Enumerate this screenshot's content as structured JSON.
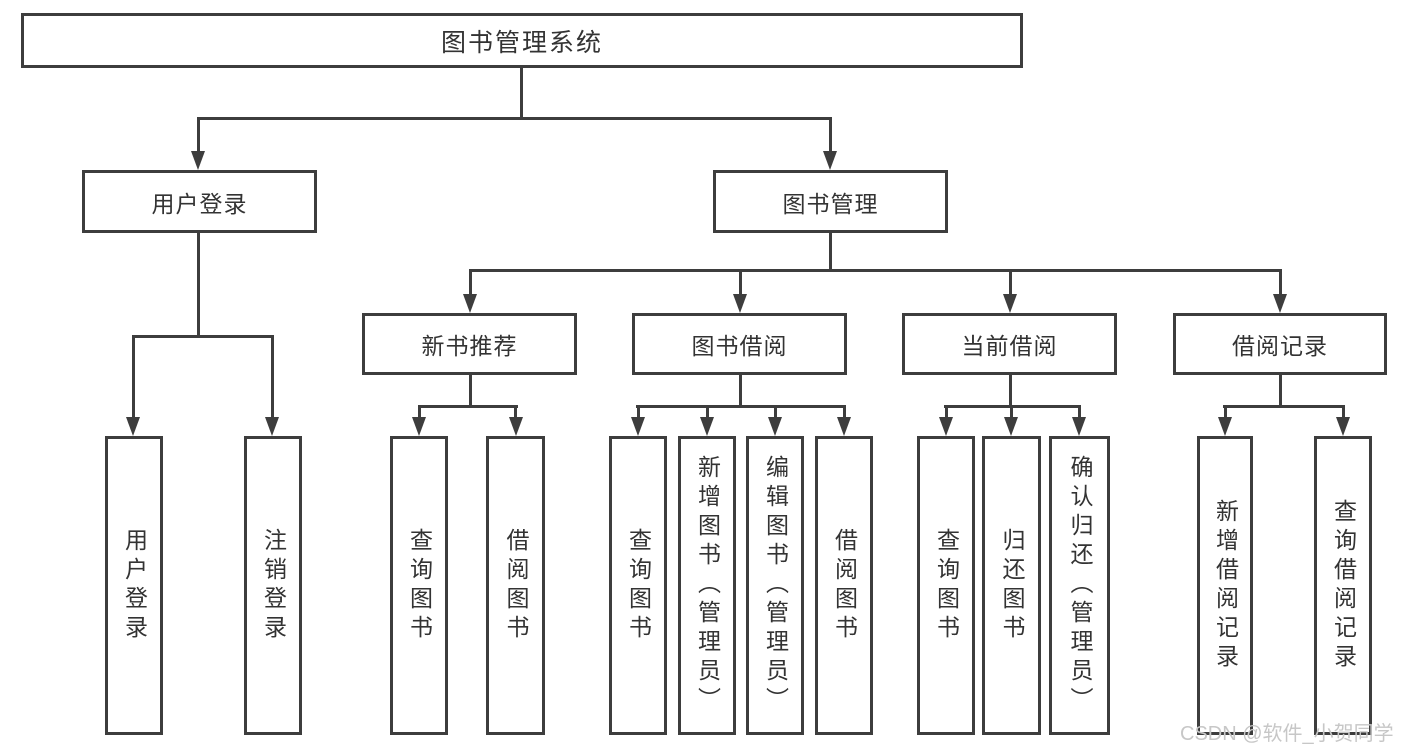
{
  "diagram": {
    "root_label": "图书管理系统",
    "level2": [
      {
        "label": "用户登录"
      },
      {
        "label": "图书管理"
      }
    ],
    "level3": [
      {
        "label": "新书推荐"
      },
      {
        "label": "图书借阅"
      },
      {
        "label": "当前借阅"
      },
      {
        "label": "借阅记录"
      }
    ],
    "leaves": {
      "user_login": [
        "用户登录",
        "注销登录"
      ],
      "new_book": [
        "查询图书",
        "借阅图书"
      ],
      "book_borrow": [
        "查询图书",
        "新增图书（管理员）",
        "编辑图书（管理员）",
        "借阅图书"
      ],
      "current_borrow": [
        "查询图书",
        "归还图书",
        "确认归还（管理员）"
      ],
      "borrow_record": [
        "新增借阅记录",
        "查询借阅记录"
      ]
    },
    "watermark": "CSDN @软件_小贺同学",
    "colors": {
      "line": "#3d3d3d",
      "text": "#333333",
      "watermark": "#c7c7c7",
      "background": "#ffffff"
    }
  }
}
